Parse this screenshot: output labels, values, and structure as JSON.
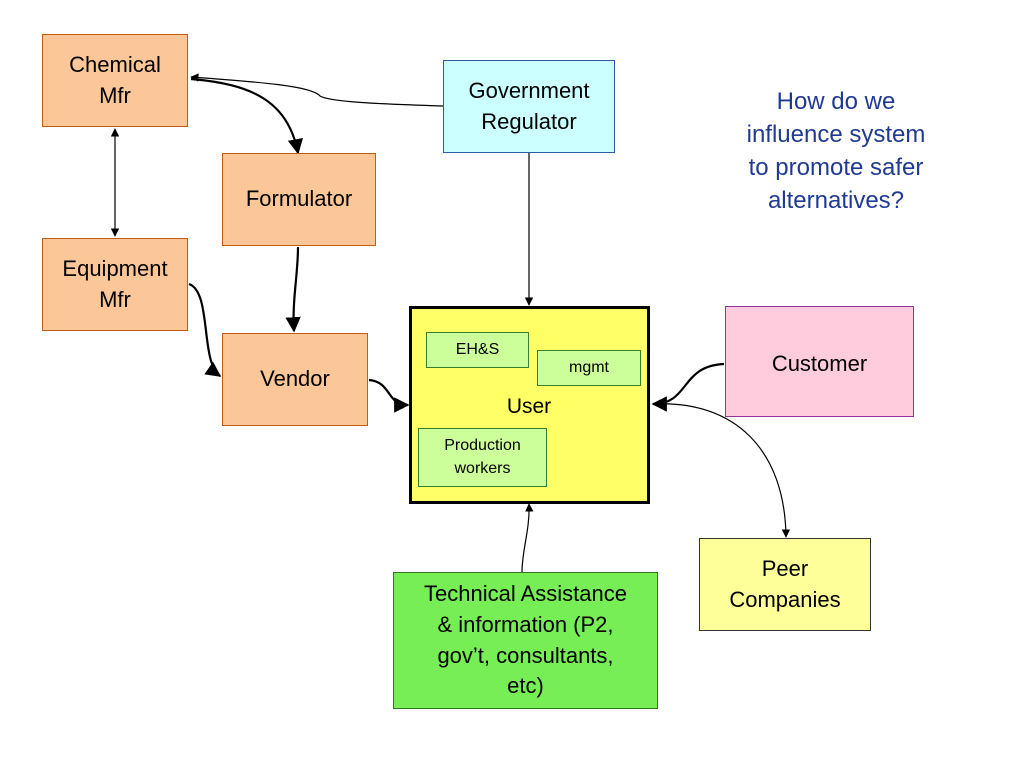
{
  "colors": {
    "manufacturer_fill": "#fbc698",
    "manufacturer_border": "#c55a11",
    "regulator_fill": "#ccffff",
    "regulator_border": "#2e5aa8",
    "user_fill": "#ffff66",
    "user_border": "#000000",
    "subgroup_fill": "#ccff99",
    "subgroup_border": "#3a7d2a",
    "customer_fill": "#ffccdd",
    "customer_border": "#993399",
    "peer_fill": "#ffff99",
    "peer_border": "#333333",
    "assistance_fill": "#77ee55",
    "assistance_border": "#2f7a1e",
    "question_text": "#1f3a93",
    "connector": "#000000"
  },
  "nodes": {
    "chemical_mfr": "Chemical\nMfr",
    "formulator": "Formulator",
    "equipment_mfr": "Equipment\nMfr",
    "vendor": "Vendor",
    "government_regulator": "Government\nRegulator",
    "user": "User",
    "customer": "Customer",
    "peer_companies": "Peer\nCompanies",
    "technical_assistance": "Technical Assistance\n& information (P2,\ngov’t, consultants,\netc)"
  },
  "user_groups": {
    "ehs": "EH&S",
    "mgmt": "mgmt",
    "production_workers": "Production\nworkers"
  },
  "question": "How do we\ninfluence system\nto promote safer\nalternatives?"
}
